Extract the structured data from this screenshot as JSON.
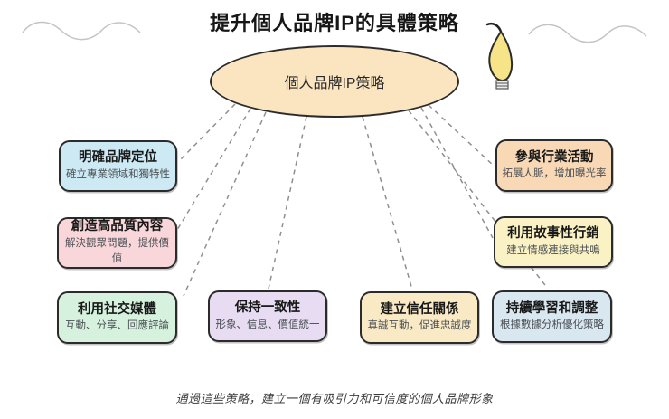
{
  "title": "提升個人品牌IP的具體策略",
  "center": {
    "label": "個人品牌IP策略",
    "fill": "#fbe5c1"
  },
  "caption": "通過這些策略，建立一個有吸引力和可信度的個人品牌形象",
  "nodes": [
    {
      "id": "brand-positioning",
      "title": "明確品牌定位",
      "subtitle": "確立專業領域和獨特性",
      "fill": "#cdeaf4"
    },
    {
      "id": "quality-content",
      "title": "創造高品質內容",
      "subtitle": "解決觀眾問題，提供價值",
      "fill": "#f9d6da"
    },
    {
      "id": "social-media",
      "title": "利用社交媒體",
      "subtitle": "互動、分享、回應評論",
      "fill": "#d6f2de"
    },
    {
      "id": "consistency",
      "title": "保持一致性",
      "subtitle": "形象、信息、價值統一",
      "fill": "#e7dcf2"
    },
    {
      "id": "trust-building",
      "title": "建立信任關係",
      "subtitle": "真誠互動，促進忠誠度",
      "fill": "#f9e9c5"
    },
    {
      "id": "industry-events",
      "title": "參與行業活動",
      "subtitle": "拓展人脈，增加曝光率",
      "fill": "#f8d8b5"
    },
    {
      "id": "storytelling",
      "title": "利用故事性行銷",
      "subtitle": "建立情感連接與共鳴",
      "fill": "#faf2c5"
    },
    {
      "id": "continuous-learning",
      "title": "持續學習和調整",
      "subtitle": "根據數據分析優化策略",
      "fill": "#d9e7f0"
    }
  ],
  "icons": {
    "bulb": "flame-bulb-icon",
    "waves": "decorative-wave"
  },
  "colors": {
    "background": "#ffffff",
    "node_border": "#2b2b2b",
    "dashed_line": "#8f8f8f",
    "subtitle_text": "#4b5055",
    "bulb_fill": "#f8e488",
    "wave_stroke": "#c4c4c4"
  }
}
